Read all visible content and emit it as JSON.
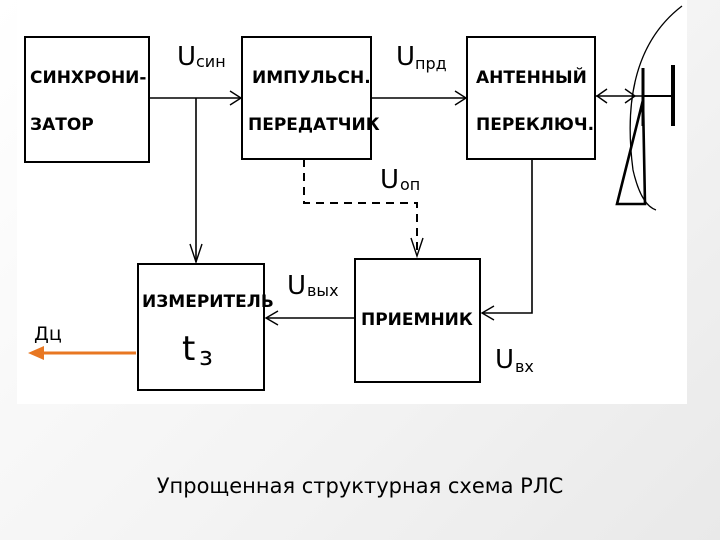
{
  "blocks": {
    "sync_line1": "СИНХРОНИ-",
    "sync_line2": "ЗАТОР",
    "tx_line1": "ИМПУЛЬСН.",
    "tx_line2": "ПЕРЕДАТЧИК",
    "ant_line1": "АНТЕННЫЙ",
    "ant_line2": "ПЕРЕКЛЮЧ.",
    "meas_line1": "ИЗМЕРИТЕЛЬ",
    "meas_t": "t",
    "meas_sub": "з",
    "recv": "ПРИЕМНИК"
  },
  "signals": {
    "u_sin": {
      "main": "U",
      "sub": "син"
    },
    "u_prd": {
      "main": "U",
      "sub": "прд"
    },
    "u_op": {
      "main": "U",
      "sub": "оп"
    },
    "u_vyh": {
      "main": "U",
      "sub": "вых"
    },
    "u_vh": {
      "main": "U",
      "sub": "вх"
    }
  },
  "output_label": "Дц",
  "colors": {
    "output_arrow": "#e87722"
  },
  "caption": "Упрощенная структурная схема РЛС"
}
